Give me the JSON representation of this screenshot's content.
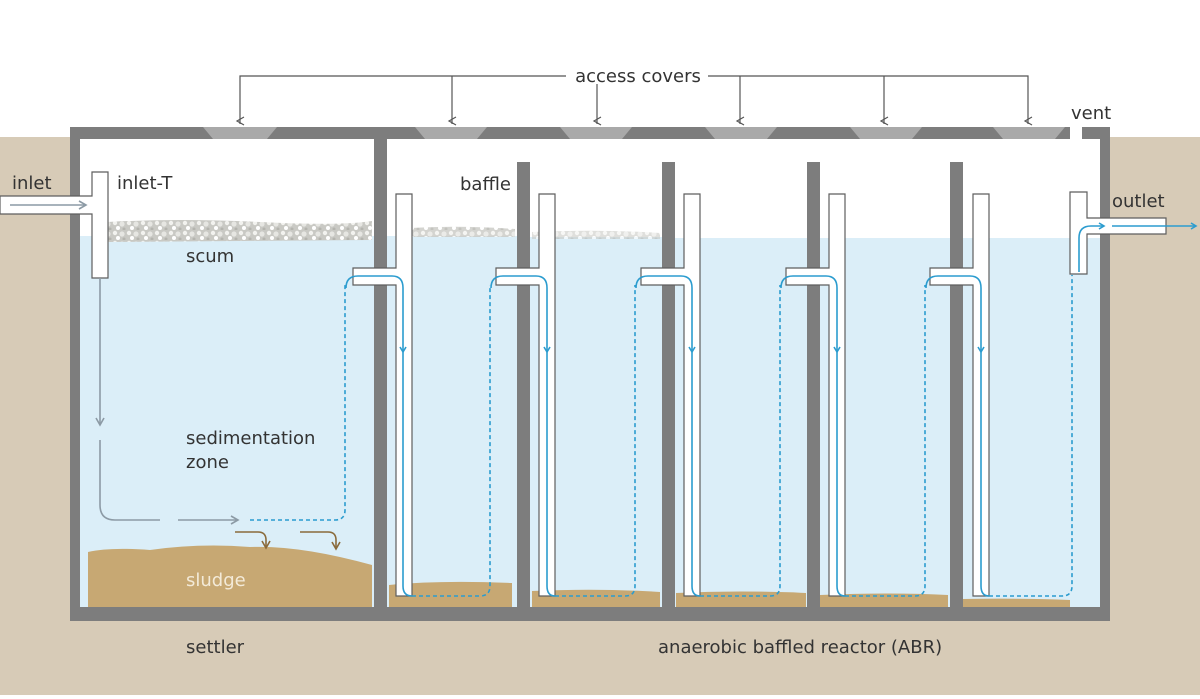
{
  "labels": {
    "access_covers": "access covers",
    "vent": "vent",
    "inlet": "inlet",
    "inlet_t": "inlet-T",
    "baffle": "baffle",
    "outlet": "outlet",
    "scum": "scum",
    "sedimentation_line1": "sedimentation",
    "sedimentation_line2": "zone",
    "sludge": "sludge",
    "settler": "settler",
    "abr": "anaerobic baffled reactor (ABR)"
  },
  "colors": {
    "ground": "#d7cbb7",
    "wall": "#7d7d7d",
    "water": "#dbeef8",
    "sludge": "#c7a873",
    "flow": "#2b9ccf",
    "settle_arrow": "#8a6a3a",
    "inlet_arrow": "#8c9aa5",
    "leader": "#555555"
  }
}
